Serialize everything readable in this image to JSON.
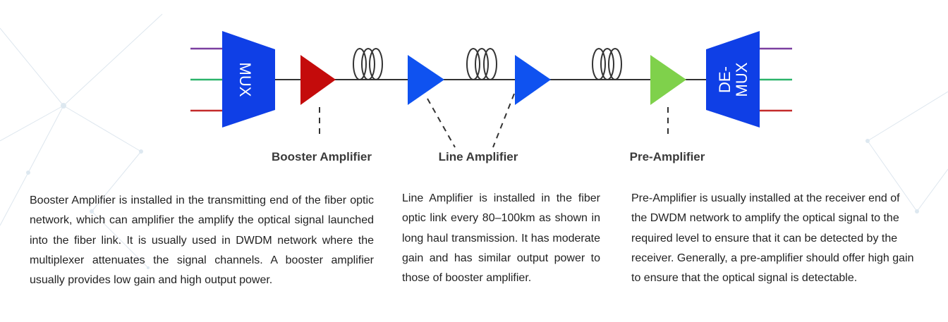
{
  "diagram": {
    "mux_label": "MUX",
    "demux_label": "DE-\nMUX",
    "colors": {
      "mux": "#0f3fe6",
      "booster": "#c40b0b",
      "line_amp": "#0f52f0",
      "pre_amp": "#7fd14b",
      "fiber": "#333333",
      "channel_purple": "#7b3fa0",
      "channel_green": "#2bb36a",
      "channel_red": "#c42a2a"
    }
  },
  "labels": {
    "booster": "Booster Amplifier",
    "line": "Line Amplifier",
    "pre": "Pre-Amplifier"
  },
  "descriptions": {
    "booster": "Booster Amplifier is installed in the transmitting end of the fiber optic network, which can amplifier the amplify the optical signal launched into the fiber link. It is usually used in DWDM network where the multiplexer attenuates the signal channels. A booster amplifier usually provides low gain and high output power.",
    "line": "Line Amplifier is installed in the fiber optic link every 80–100km as shown in long haul transmission. It has moderate gain and has similar output power to those of booster amplifier.",
    "pre": "Pre-Amplifier is usually installed at the receiver end of the DWDM network to amplify the optical signal to the required level to ensure that it can be detected by the receiver. Generally, a pre-amplifier should offer high gain to ensure that the optical signal is detectable."
  }
}
